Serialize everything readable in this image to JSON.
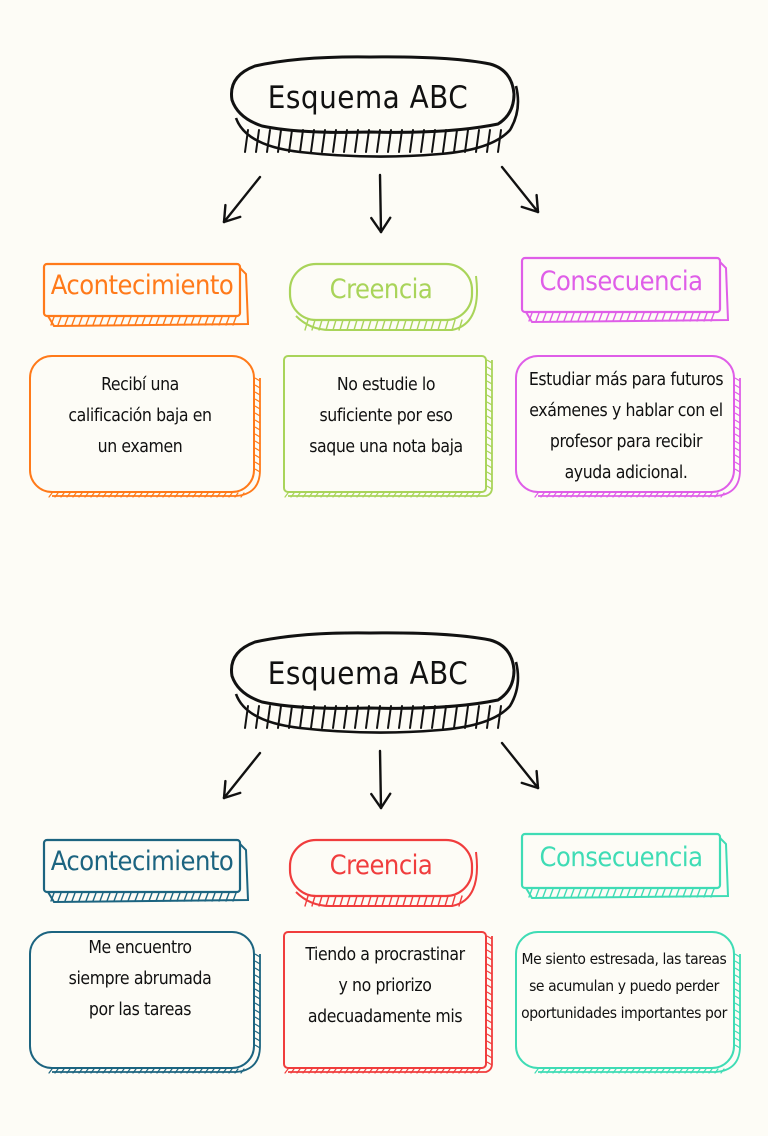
{
  "diagrams": [
    {
      "title": "Esquema ABC",
      "columns": [
        {
          "label": "Acontecimiento",
          "text": "Recibí una calificación baja en un examen",
          "color": "#ff7a1a"
        },
        {
          "label": "Creencia",
          "text": "No estudie lo suficiente por eso saque una nota baja",
          "color": "#a9d45a"
        },
        {
          "label": "Consecuencia",
          "text": "Estudiar más para futuros exámenes y hablar con el profesor para recibir ayuda adicional.",
          "color": "#df5ee8"
        }
      ]
    },
    {
      "title": "Esquema ABC",
      "columns": [
        {
          "label": "Acontecimiento",
          "text": "Me encuentro siempre abrumada por las tareas",
          "color": "#1c6480"
        },
        {
          "label": "Creencia",
          "text": "Tiendo a procrastinar y no priorizo adecuadamente mis",
          "color": "#f03d3d"
        },
        {
          "label": "Consecuencia",
          "text": "Me siento estresada, las tareas se acumulan y puedo perder oportunidades importantes por",
          "color": "#3fdcb5"
        }
      ]
    }
  ]
}
